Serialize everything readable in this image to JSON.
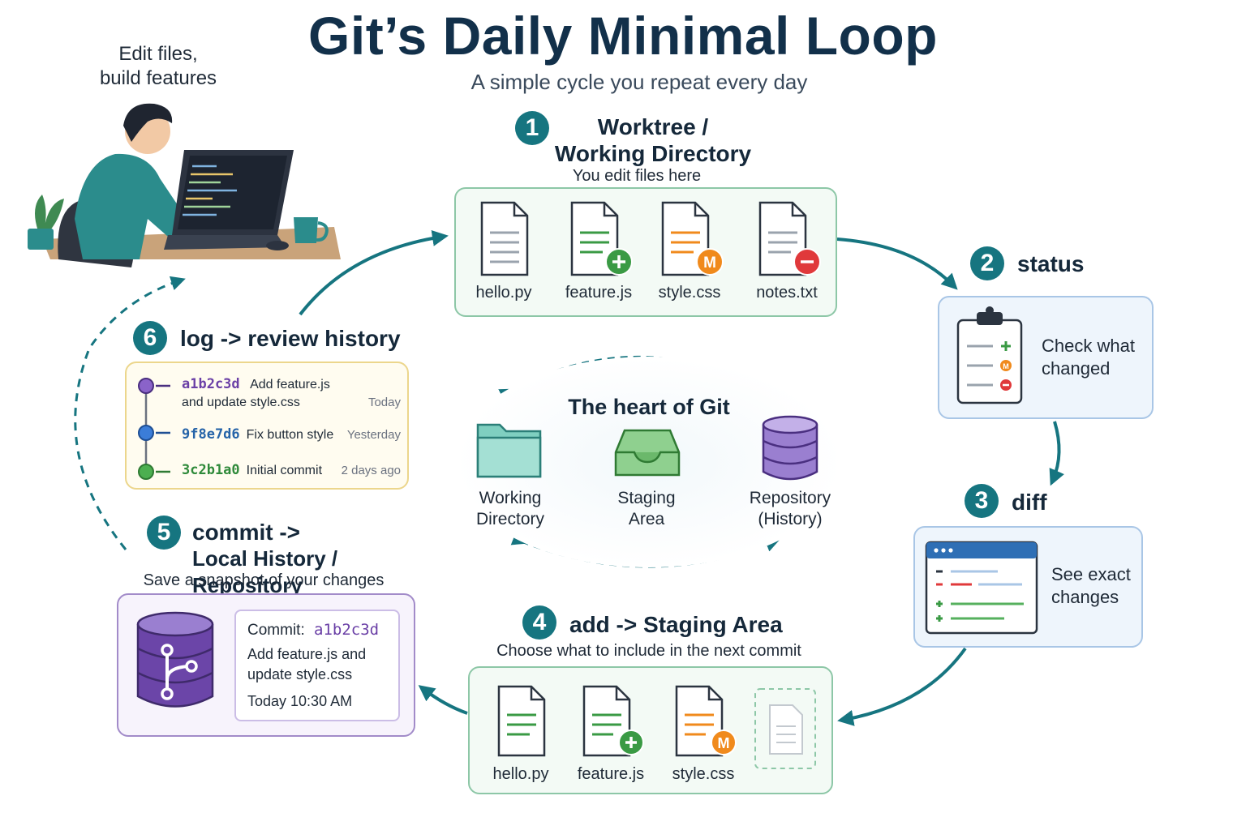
{
  "title": "Git’s Daily Minimal Loop",
  "subtitle": "A simple cycle you repeat every day",
  "developer": {
    "caption_line1": "Edit files,",
    "caption_line2": "build features"
  },
  "steps": {
    "worktree": {
      "number": "1",
      "title_line1": "Worktree /",
      "title_line2": "Working Directory",
      "note": "You edit files here",
      "files": [
        {
          "name": "hello.py",
          "marker": ""
        },
        {
          "name": "feature.js",
          "marker": "+"
        },
        {
          "name": "style.css",
          "marker": "M"
        },
        {
          "name": "notes.txt",
          "marker": "−"
        }
      ]
    },
    "status": {
      "number": "2",
      "title": "status",
      "text_line1": "Check what",
      "text_line2": "changed"
    },
    "diff": {
      "number": "3",
      "title": "diff",
      "text_line1": "See exact",
      "text_line2": "changes"
    },
    "add": {
      "number": "4",
      "title": "add -> Staging Area",
      "note": "Choose what to include in the next commit",
      "files": [
        {
          "name": "hello.py",
          "marker": ""
        },
        {
          "name": "feature.js",
          "marker": "+"
        },
        {
          "name": "style.css",
          "marker": "M"
        }
      ]
    },
    "commit": {
      "number": "5",
      "title_line1": "commit ->",
      "title_line2": "Local History / Repository",
      "note": "Save a snapshot of your changes",
      "card": {
        "label": "Commit:",
        "hash": "a1b2c3d",
        "msg_line1": "Add feature.js and",
        "msg_line2": "update style.css",
        "time": "Today 10:30 AM"
      }
    },
    "log": {
      "number": "6",
      "title": "log -> review history",
      "entries": [
        {
          "hash": "a1b2c3d",
          "msg_line1": "Add feature.js",
          "msg_line2": "and update style.css",
          "when": "Today",
          "color": "#6a3fa6"
        },
        {
          "hash": "9f8e7d6",
          "msg_line1": "Fix button style",
          "msg_line2": "",
          "when": "Yesterday",
          "color": "#2563a8"
        },
        {
          "hash": "3c2b1a0",
          "msg_line1": "Initial commit",
          "msg_line2": "",
          "when": "2 days ago",
          "color": "#2f8a3a"
        }
      ]
    }
  },
  "heart": {
    "title": "The heart of Git",
    "working_line1": "Working",
    "working_line2": "Directory",
    "staging_line1": "Staging",
    "staging_line2": "Area",
    "repo_line1": "Repository",
    "repo_line2": "(History)"
  },
  "colors": {
    "teal": "#167580",
    "green_box": "#8dc7a7",
    "blue_box": "#a9c6e6",
    "purple_box": "#a28bc9",
    "yellow_box": "#ecd68c",
    "add": "#3a9a44",
    "modify": "#f08a1c",
    "delete": "#e0393b"
  }
}
